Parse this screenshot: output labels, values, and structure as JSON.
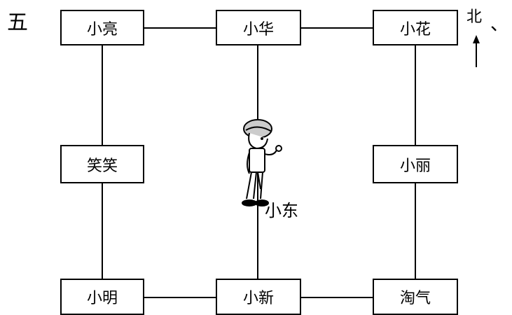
{
  "question_number": "五",
  "punctuation": "、",
  "compass": {
    "north_label": "北"
  },
  "nodes": {
    "top_left": "小亮",
    "top_middle": "小华",
    "top_right": "小花",
    "middle_left": "笑笑",
    "middle_right": "小丽",
    "bottom_left": "小明",
    "bottom_middle": "小新",
    "bottom_right": "淘气"
  },
  "character_label": "小东"
}
